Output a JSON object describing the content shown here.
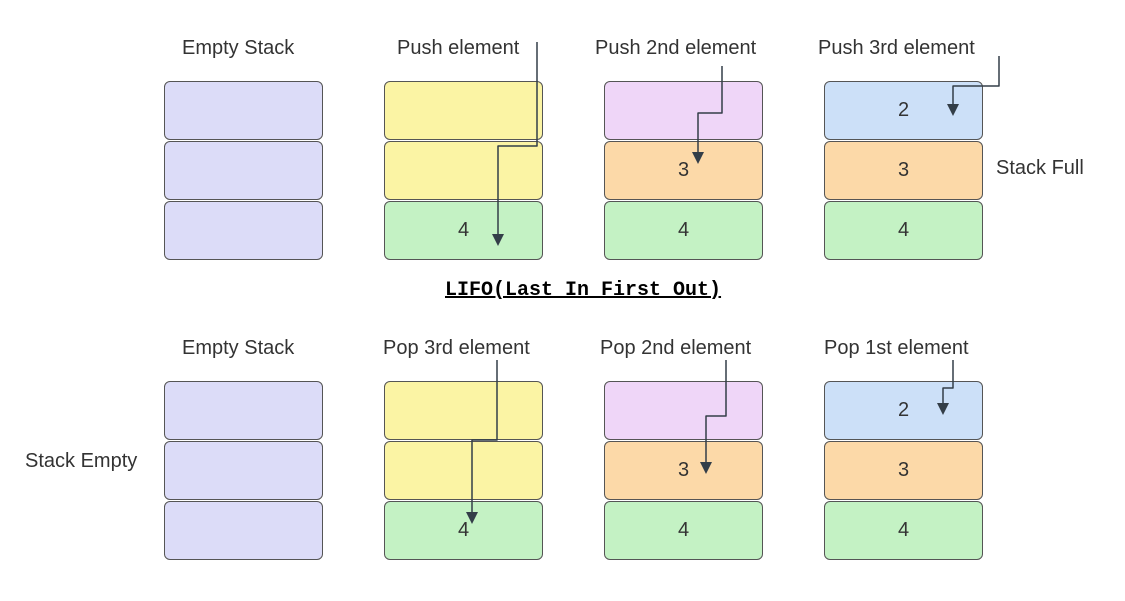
{
  "title": "LIFO(Last In First Out)",
  "push_row": {
    "stacks": [
      {
        "label": "Empty Stack",
        "cells": [
          {
            "value": "",
            "color": "#dcdcf8"
          },
          {
            "value": "",
            "color": "#dcdcf8"
          },
          {
            "value": "",
            "color": "#dcdcf8"
          }
        ]
      },
      {
        "label": "Push element",
        "cells": [
          {
            "value": "",
            "color": "#fbf4a4"
          },
          {
            "value": "",
            "color": "#fbf4a4"
          },
          {
            "value": "4",
            "color": "#c4f2c4"
          }
        ]
      },
      {
        "label": "Push 2nd element",
        "cells": [
          {
            "value": "",
            "color": "#efd6f8"
          },
          {
            "value": "3",
            "color": "#fcd9a8"
          },
          {
            "value": "4",
            "color": "#c4f2c4"
          }
        ]
      },
      {
        "label": "Push 3rd element",
        "cells": [
          {
            "value": "2",
            "color": "#cce0f8"
          },
          {
            "value": "3",
            "color": "#fcd9a8"
          },
          {
            "value": "4",
            "color": "#c4f2c4"
          }
        ]
      }
    ],
    "side_label": "Stack Full"
  },
  "pop_row": {
    "stacks": [
      {
        "label": "Empty Stack",
        "cells": [
          {
            "value": "",
            "color": "#dcdcf8"
          },
          {
            "value": "",
            "color": "#dcdcf8"
          },
          {
            "value": "",
            "color": "#dcdcf8"
          }
        ]
      },
      {
        "label": "Pop 3rd element",
        "cells": [
          {
            "value": "",
            "color": "#fbf4a4"
          },
          {
            "value": "",
            "color": "#fbf4a4"
          },
          {
            "value": "4",
            "color": "#c4f2c4"
          }
        ]
      },
      {
        "label": "Pop 2nd element",
        "cells": [
          {
            "value": "",
            "color": "#efd6f8"
          },
          {
            "value": "3",
            "color": "#fcd9a8"
          },
          {
            "value": "4",
            "color": "#c4f2c4"
          }
        ]
      },
      {
        "label": "Pop 1st element",
        "cells": [
          {
            "value": "2",
            "color": "#cce0f8"
          },
          {
            "value": "3",
            "color": "#fcd9a8"
          },
          {
            "value": "4",
            "color": "#c4f2c4"
          }
        ]
      }
    ],
    "side_label": "Stack Empty"
  },
  "colors": {
    "arrow": "#333e48",
    "border": "#555555"
  }
}
